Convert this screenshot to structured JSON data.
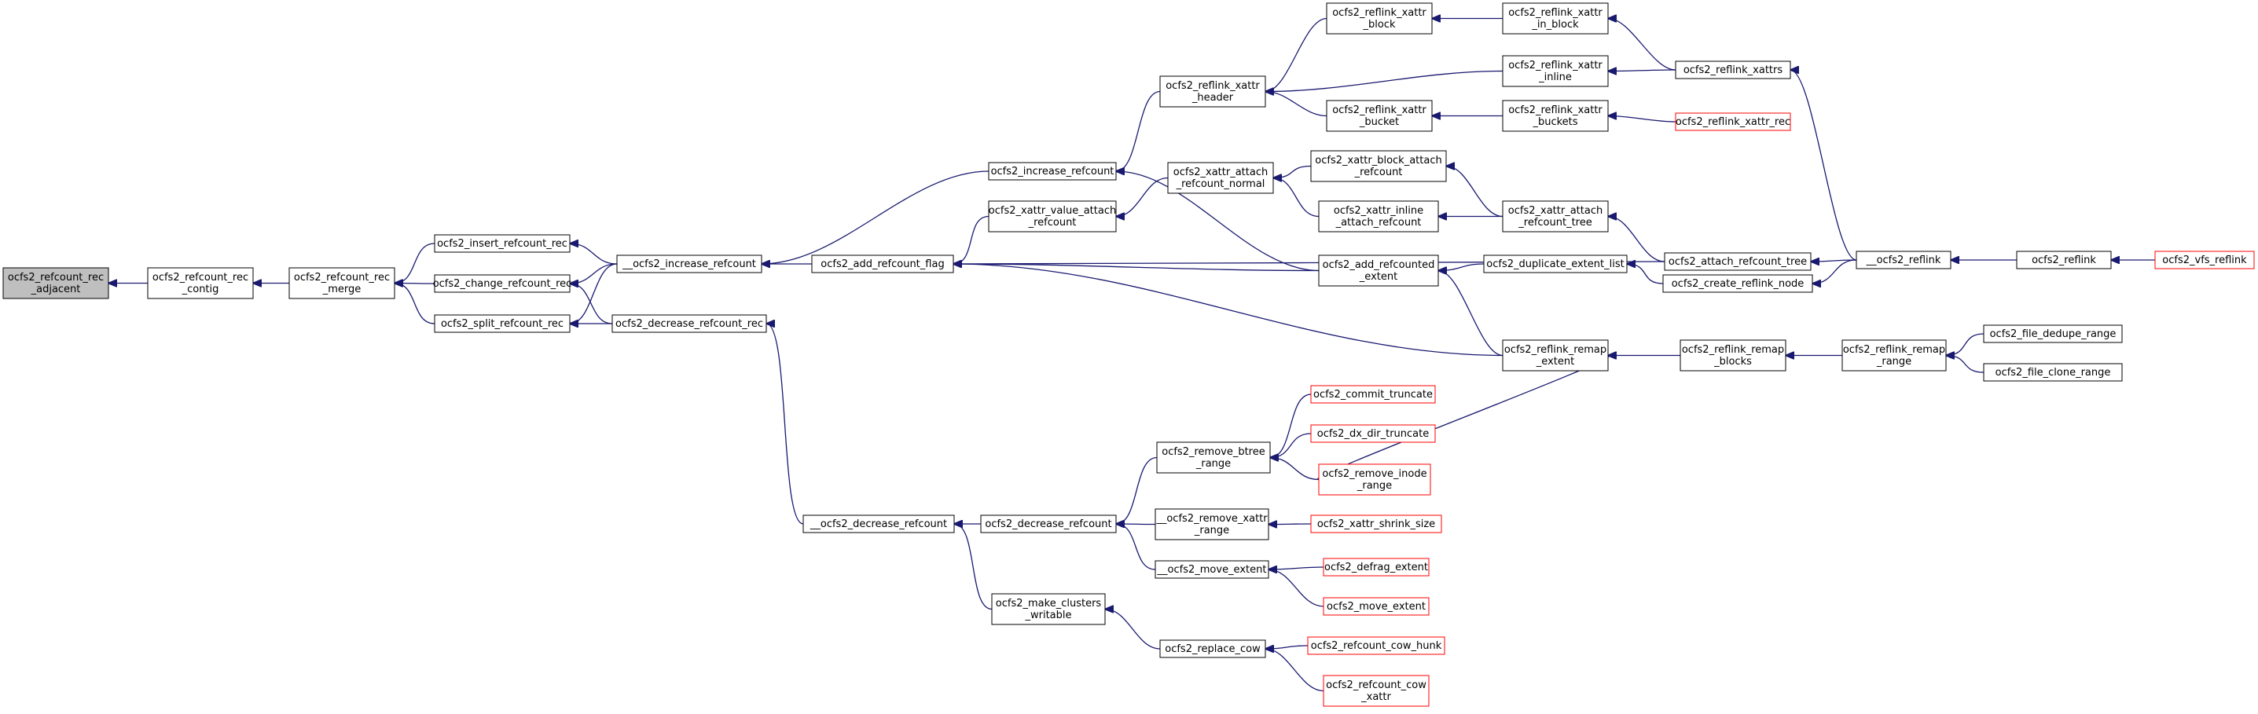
{
  "graph": {
    "type": "call-graph",
    "colors": {
      "edge": "#191970",
      "node_border": "#000000",
      "truncated_border": "#ff0000",
      "current_fill": "#bfbfbf"
    },
    "nodes": [
      {
        "id": "n0",
        "lines": [
          "ocfs2_refcount_rec",
          "_adjacent"
        ],
        "current": true
      },
      {
        "id": "n1",
        "lines": [
          "ocfs2_refcount_rec",
          "_contig"
        ]
      },
      {
        "id": "n2",
        "lines": [
          "ocfs2_refcount_rec",
          "_merge"
        ]
      },
      {
        "id": "n3",
        "lines": [
          "ocfs2_insert_refcount_rec"
        ]
      },
      {
        "id": "n4",
        "lines": [
          "ocfs2_change_refcount_rec"
        ]
      },
      {
        "id": "n5",
        "lines": [
          "ocfs2_split_refcount_rec"
        ]
      },
      {
        "id": "n6",
        "lines": [
          "__ocfs2_increase_refcount"
        ]
      },
      {
        "id": "n7",
        "lines": [
          "ocfs2_decrease_refcount_rec"
        ]
      },
      {
        "id": "n8",
        "lines": [
          "ocfs2_add_refcount_flag"
        ]
      },
      {
        "id": "n9",
        "lines": [
          "ocfs2_increase_refcount"
        ]
      },
      {
        "id": "n10",
        "lines": [
          "ocfs2_xattr_value_attach",
          "_refcount"
        ]
      },
      {
        "id": "n11",
        "lines": [
          "__ocfs2_decrease_refcount"
        ]
      },
      {
        "id": "n12",
        "lines": [
          "ocfs2_decrease_refcount"
        ]
      },
      {
        "id": "n13",
        "lines": [
          "ocfs2_make_clusters",
          "_writable"
        ]
      },
      {
        "id": "n14",
        "lines": [
          "ocfs2_reflink_xattr",
          "_header"
        ]
      },
      {
        "id": "n15",
        "lines": [
          "ocfs2_xattr_attach",
          "_refcount_normal"
        ]
      },
      {
        "id": "n16",
        "lines": [
          "ocfs2_remove_btree",
          "_range"
        ]
      },
      {
        "id": "n17",
        "lines": [
          "__ocfs2_remove_xattr",
          "_range"
        ]
      },
      {
        "id": "n18",
        "lines": [
          "__ocfs2_move_extent"
        ]
      },
      {
        "id": "n19",
        "lines": [
          "ocfs2_replace_cow"
        ]
      },
      {
        "id": "n20",
        "lines": [
          "ocfs2_reflink_xattr",
          "_block"
        ]
      },
      {
        "id": "n21",
        "lines": [
          "ocfs2_reflink_xattr",
          "_bucket"
        ]
      },
      {
        "id": "n22",
        "lines": [
          "ocfs2_xattr_block_attach",
          "_refcount"
        ]
      },
      {
        "id": "n23",
        "lines": [
          "ocfs2_xattr_inline",
          "_attach_refcount"
        ]
      },
      {
        "id": "n24",
        "lines": [
          "ocfs2_add_refcounted",
          "_extent"
        ]
      },
      {
        "id": "n25",
        "lines": [
          "ocfs2_commit_truncate"
        ],
        "truncated": true
      },
      {
        "id": "n26",
        "lines": [
          "ocfs2_dx_dir_truncate"
        ],
        "truncated": true
      },
      {
        "id": "n27",
        "lines": [
          "ocfs2_remove_inode",
          "_range"
        ],
        "truncated": true
      },
      {
        "id": "n28",
        "lines": [
          "ocfs2_xattr_shrink_size"
        ],
        "truncated": true
      },
      {
        "id": "n29",
        "lines": [
          "ocfs2_defrag_extent"
        ],
        "truncated": true
      },
      {
        "id": "n30",
        "lines": [
          "ocfs2_move_extent"
        ],
        "truncated": true
      },
      {
        "id": "n31",
        "lines": [
          "ocfs2_refcount_cow_hunk"
        ],
        "truncated": true
      },
      {
        "id": "n32",
        "lines": [
          "ocfs2_refcount_cow",
          "_xattr"
        ],
        "truncated": true
      },
      {
        "id": "n33",
        "lines": [
          "ocfs2_reflink_xattr",
          "_in_block"
        ]
      },
      {
        "id": "n34",
        "lines": [
          "ocfs2_reflink_xattr",
          "_inline"
        ]
      },
      {
        "id": "n35",
        "lines": [
          "ocfs2_reflink_xattr",
          "_buckets"
        ]
      },
      {
        "id": "n36",
        "lines": [
          "ocfs2_xattr_attach",
          "_refcount_tree"
        ]
      },
      {
        "id": "n37",
        "lines": [
          "ocfs2_duplicate_extent_list"
        ]
      },
      {
        "id": "n38",
        "lines": [
          "ocfs2_reflink_remap",
          "_extent"
        ]
      },
      {
        "id": "n39",
        "lines": [
          "ocfs2_reflink_xattrs"
        ]
      },
      {
        "id": "n40",
        "lines": [
          "ocfs2_reflink_xattr_rec"
        ],
        "truncated": true
      },
      {
        "id": "n41",
        "lines": [
          "ocfs2_attach_refcount_tree"
        ]
      },
      {
        "id": "n42",
        "lines": [
          "ocfs2_create_reflink_node"
        ]
      },
      {
        "id": "n43",
        "lines": [
          "ocfs2_reflink_remap",
          "_blocks"
        ]
      },
      {
        "id": "n44",
        "lines": [
          "__ocfs2_reflink"
        ]
      },
      {
        "id": "n45",
        "lines": [
          "ocfs2_reflink_remap",
          "_range"
        ]
      },
      {
        "id": "n46",
        "lines": [
          "ocfs2_reflink"
        ]
      },
      {
        "id": "n47",
        "lines": [
          "ocfs2_file_dedupe_range"
        ]
      },
      {
        "id": "n48",
        "lines": [
          "ocfs2_file_clone_range"
        ]
      },
      {
        "id": "n49",
        "lines": [
          "ocfs2_vfs_reflink"
        ],
        "truncated": true
      }
    ],
    "edges": [
      [
        "n1",
        "n0"
      ],
      [
        "n2",
        "n1"
      ],
      [
        "n3",
        "n2"
      ],
      [
        "n4",
        "n2"
      ],
      [
        "n5",
        "n2"
      ],
      [
        "n6",
        "n3"
      ],
      [
        "n6",
        "n4"
      ],
      [
        "n6",
        "n5"
      ],
      [
        "n7",
        "n4"
      ],
      [
        "n7",
        "n5"
      ],
      [
        "n8",
        "n6"
      ],
      [
        "n9",
        "n6"
      ],
      [
        "n11",
        "n7"
      ],
      [
        "n10",
        "n8"
      ],
      [
        "n24",
        "n8"
      ],
      [
        "n38",
        "n8"
      ],
      [
        "n41",
        "n8"
      ],
      [
        "n14",
        "n9"
      ],
      [
        "n24",
        "n9"
      ],
      [
        "n15",
        "n10"
      ],
      [
        "n12",
        "n11"
      ],
      [
        "n13",
        "n11"
      ],
      [
        "n16",
        "n12"
      ],
      [
        "n17",
        "n12"
      ],
      [
        "n18",
        "n12"
      ],
      [
        "n19",
        "n13"
      ],
      [
        "n20",
        "n14"
      ],
      [
        "n21",
        "n14"
      ],
      [
        "n34",
        "n14"
      ],
      [
        "n22",
        "n15"
      ],
      [
        "n23",
        "n15"
      ],
      [
        "n25",
        "n16"
      ],
      [
        "n26",
        "n16"
      ],
      [
        "n27",
        "n16"
      ],
      [
        "n28",
        "n17"
      ],
      [
        "n29",
        "n18"
      ],
      [
        "n30",
        "n18"
      ],
      [
        "n31",
        "n19"
      ],
      [
        "n32",
        "n19"
      ],
      [
        "n33",
        "n20"
      ],
      [
        "n35",
        "n21"
      ],
      [
        "n36",
        "n22"
      ],
      [
        "n36",
        "n23"
      ],
      [
        "n37",
        "n24"
      ],
      [
        "n38",
        "n24"
      ],
      [
        "n27",
        "n38"
      ],
      [
        "n39",
        "n33"
      ],
      [
        "n39",
        "n34"
      ],
      [
        "n40",
        "n35"
      ],
      [
        "n41",
        "n36"
      ],
      [
        "n42",
        "n37"
      ],
      [
        "n43",
        "n38"
      ],
      [
        "n44",
        "n39"
      ],
      [
        "n44",
        "n41"
      ],
      [
        "n44",
        "n42"
      ],
      [
        "n45",
        "n43"
      ],
      [
        "n46",
        "n44"
      ],
      [
        "n47",
        "n45"
      ],
      [
        "n48",
        "n45"
      ],
      [
        "n49",
        "n46"
      ]
    ]
  }
}
